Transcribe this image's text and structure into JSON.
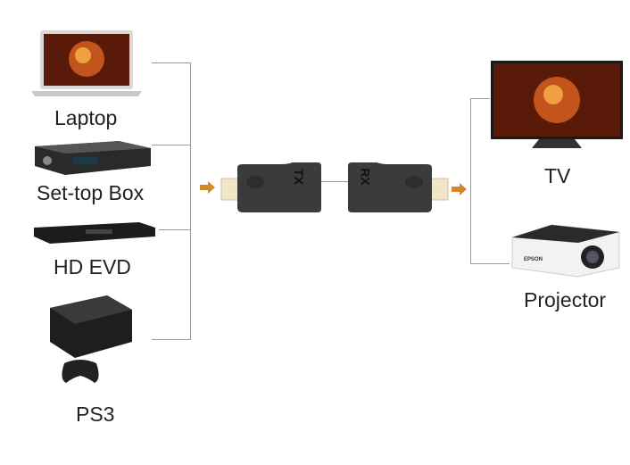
{
  "sources": [
    {
      "label": "Laptop",
      "icon": "laptop-icon"
    },
    {
      "label": "Set-top Box",
      "icon": "set-top-box-icon"
    },
    {
      "label": "HD EVD",
      "icon": "dvd-player-icon"
    },
    {
      "label": "PS3",
      "icon": "game-console-icon"
    }
  ],
  "transmitter": {
    "label": "TX"
  },
  "receiver": {
    "label": "RX"
  },
  "outputs": [
    {
      "label": "TV",
      "icon": "tv-icon"
    },
    {
      "label": "Projector",
      "icon": "projector-icon",
      "brand": "EPSON"
    }
  ],
  "colors": {
    "arrow": "#d08a2a",
    "line": "#9a9a9a",
    "adapter": "#3a3b3d"
  }
}
